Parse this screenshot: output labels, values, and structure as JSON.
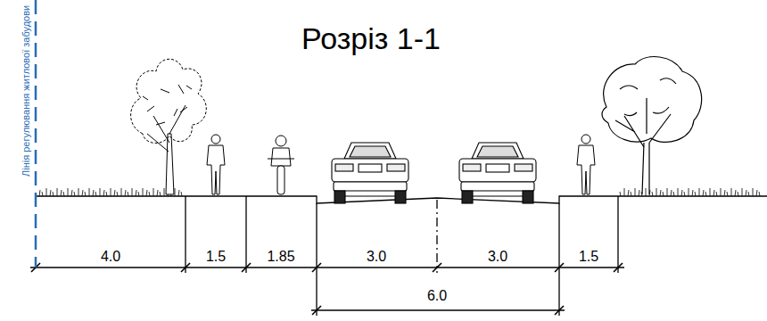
{
  "diagram": {
    "title": "Розріз 1-1",
    "labels": [
      "Лінія регулювання житлової забудови",
      "4.0",
      "1.5",
      "1.85",
      "3.0",
      "3.0",
      "1.5",
      "6.0"
    ]
  }
}
